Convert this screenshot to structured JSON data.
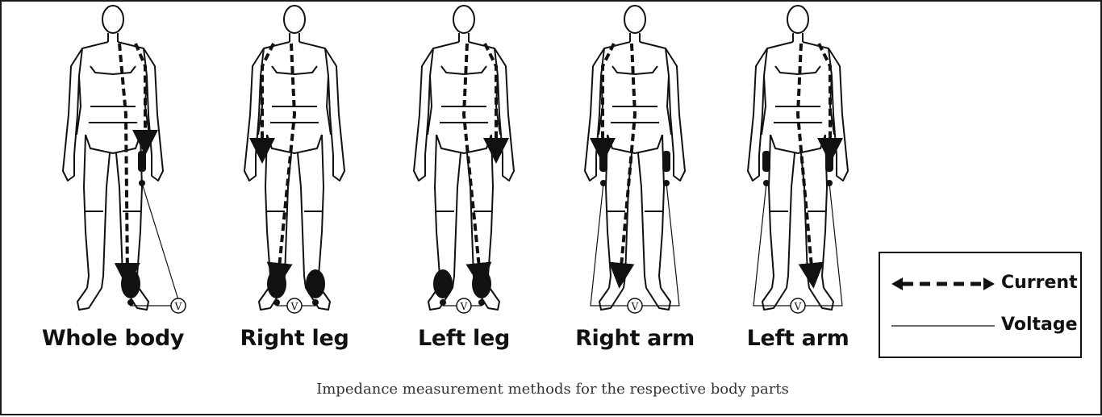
{
  "figures": [
    {
      "label": "Whole body",
      "current_path": "whole-body",
      "voltage": "whole-body"
    },
    {
      "label": "Right leg",
      "current_path": "right-leg",
      "voltage": "feet"
    },
    {
      "label": "Left leg",
      "current_path": "left-leg",
      "voltage": "feet"
    },
    {
      "label": "Right arm",
      "current_path": "right-arm",
      "voltage": "hands"
    },
    {
      "label": "Left arm",
      "current_path": "left-arm",
      "voltage": "hands"
    }
  ],
  "meter_symbol": "V",
  "legend": {
    "current_label": "Current",
    "voltage_label": "Voltage"
  },
  "caption": "Impedance measurement methods for the respective body parts",
  "colors": {
    "ink": "#111111",
    "border": "#1a1a1a",
    "caption": "#333333"
  }
}
